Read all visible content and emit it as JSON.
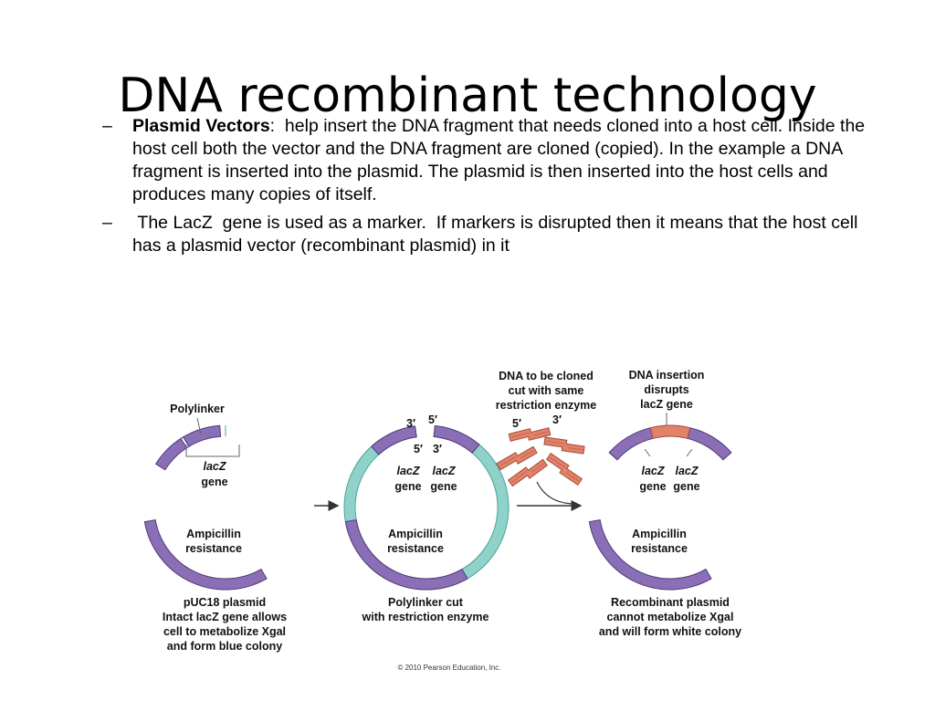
{
  "title": "DNA recombinant technology",
  "bullets": [
    {
      "dash": "–",
      "bold": "Plasmid Vectors",
      "text": ":  help insert the DNA fragment that needs cloned into a host cell. Inside the host cell both the vector and the DNA fragment are cloned (copied). In the example a DNA fragment is inserted into the plasmid. The plasmid is then inserted into the host cells and produces many copies of itself."
    },
    {
      "dash": "–",
      "bold": "",
      "text": " The LacZ  gene is used as a marker.  If markers is disrupted then it means that the host cell has a plasmid vector (recombinant plasmid) in it"
    }
  ],
  "figure": {
    "colors": {
      "teal": "#8fd2ca",
      "teal_edge": "#4aa39a",
      "purple": "#8a6fb6",
      "purple_edge": "#4e3a7a",
      "insert": "#e3826a",
      "insert_edge": "#a24d38",
      "gap": "#ffffff"
    },
    "plasmid1": {
      "polylinker_label": "Polylinker",
      "gene_line1": "lacZ",
      "gene_line2": "gene",
      "amp_line1": "Ampicillin",
      "amp_line2": "resistance",
      "caption": [
        "pUC18 plasmid",
        "Intact lacZ gene allows",
        "cell to metabolize Xgal",
        "and form blue colony"
      ]
    },
    "plasmid2": {
      "end_3": "3′",
      "end_5": "5′",
      "end_5b": "5′",
      "end_3b": "3′",
      "gene_left1": "lacZ",
      "gene_left2": "gene",
      "gene_right1": "lacZ",
      "gene_right2": "gene",
      "amp_line1": "Ampicillin",
      "amp_line2": "resistance",
      "caption": [
        "Polylinker cut",
        "with restriction enzyme"
      ]
    },
    "fragments": {
      "label": [
        "DNA to be cloned",
        "cut with same",
        "restriction enzyme"
      ],
      "end_5": "5′",
      "end_3": "3′"
    },
    "plasmid3": {
      "insertion_label": [
        "DNA insertion",
        "disrupts",
        "lacZ gene"
      ],
      "gene_left1": "lacZ",
      "gene_left2": "gene",
      "gene_right1": "lacZ",
      "gene_right2": "gene",
      "amp_line1": "Ampicillin",
      "amp_line2": "resistance",
      "caption": [
        "Recombinant plasmid",
        "cannot metabolize Xgal",
        "and will form white colony"
      ]
    },
    "copyright": "© 2010 Pearson Education, Inc."
  }
}
